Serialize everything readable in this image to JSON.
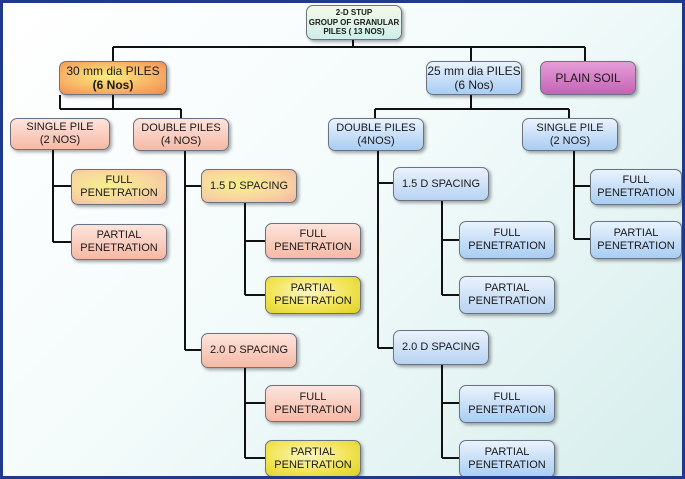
{
  "diagram": {
    "root": "2-D STUP\nGROUP OF  GRANULAR\nPILES ( 13 NOS)",
    "left_branch": {
      "title_line1": "30 mm dia PILES",
      "title_line2": "(6 Nos)",
      "single": {
        "label": "SINGLE PILE\n(2 NOS)",
        "full": "FULL\nPENETRATION",
        "partial": "PARTIAL\nPENETRATION"
      },
      "double": {
        "label": "DOUBLE PILES\n(4 NOS)",
        "spacing_15": {
          "label": "1.5 D SPACING",
          "full": "FULL\nPENETRATION",
          "partial": "PARTIAL\nPENETRATION"
        },
        "spacing_20": {
          "label": "2.0 D SPACING",
          "full": "FULL\nPENETRATION",
          "partial": "PARTIAL\nPENETRATION"
        }
      }
    },
    "right_branch": {
      "title": "25 mm dia PILES\n(6 Nos)",
      "double": {
        "label": "DOUBLE PILES\n(4NOS)",
        "spacing_15": {
          "label": "1.5 D SPACING",
          "full": "FULL\nPENETRATION",
          "partial": "PARTIAL\nPENETRATION"
        },
        "spacing_20": {
          "label": "2.0 D SPACING",
          "full": "FULL\nPENETRATION",
          "partial": "PARTIAL\nPENETRATION"
        }
      },
      "single": {
        "label": "SINGLE PILE\n(2 NOS)",
        "full": "FULL\nPENETRATION",
        "partial": "PARTIAL\nPENETRATION"
      }
    },
    "plain_soil": "PLAIN SOIL"
  }
}
